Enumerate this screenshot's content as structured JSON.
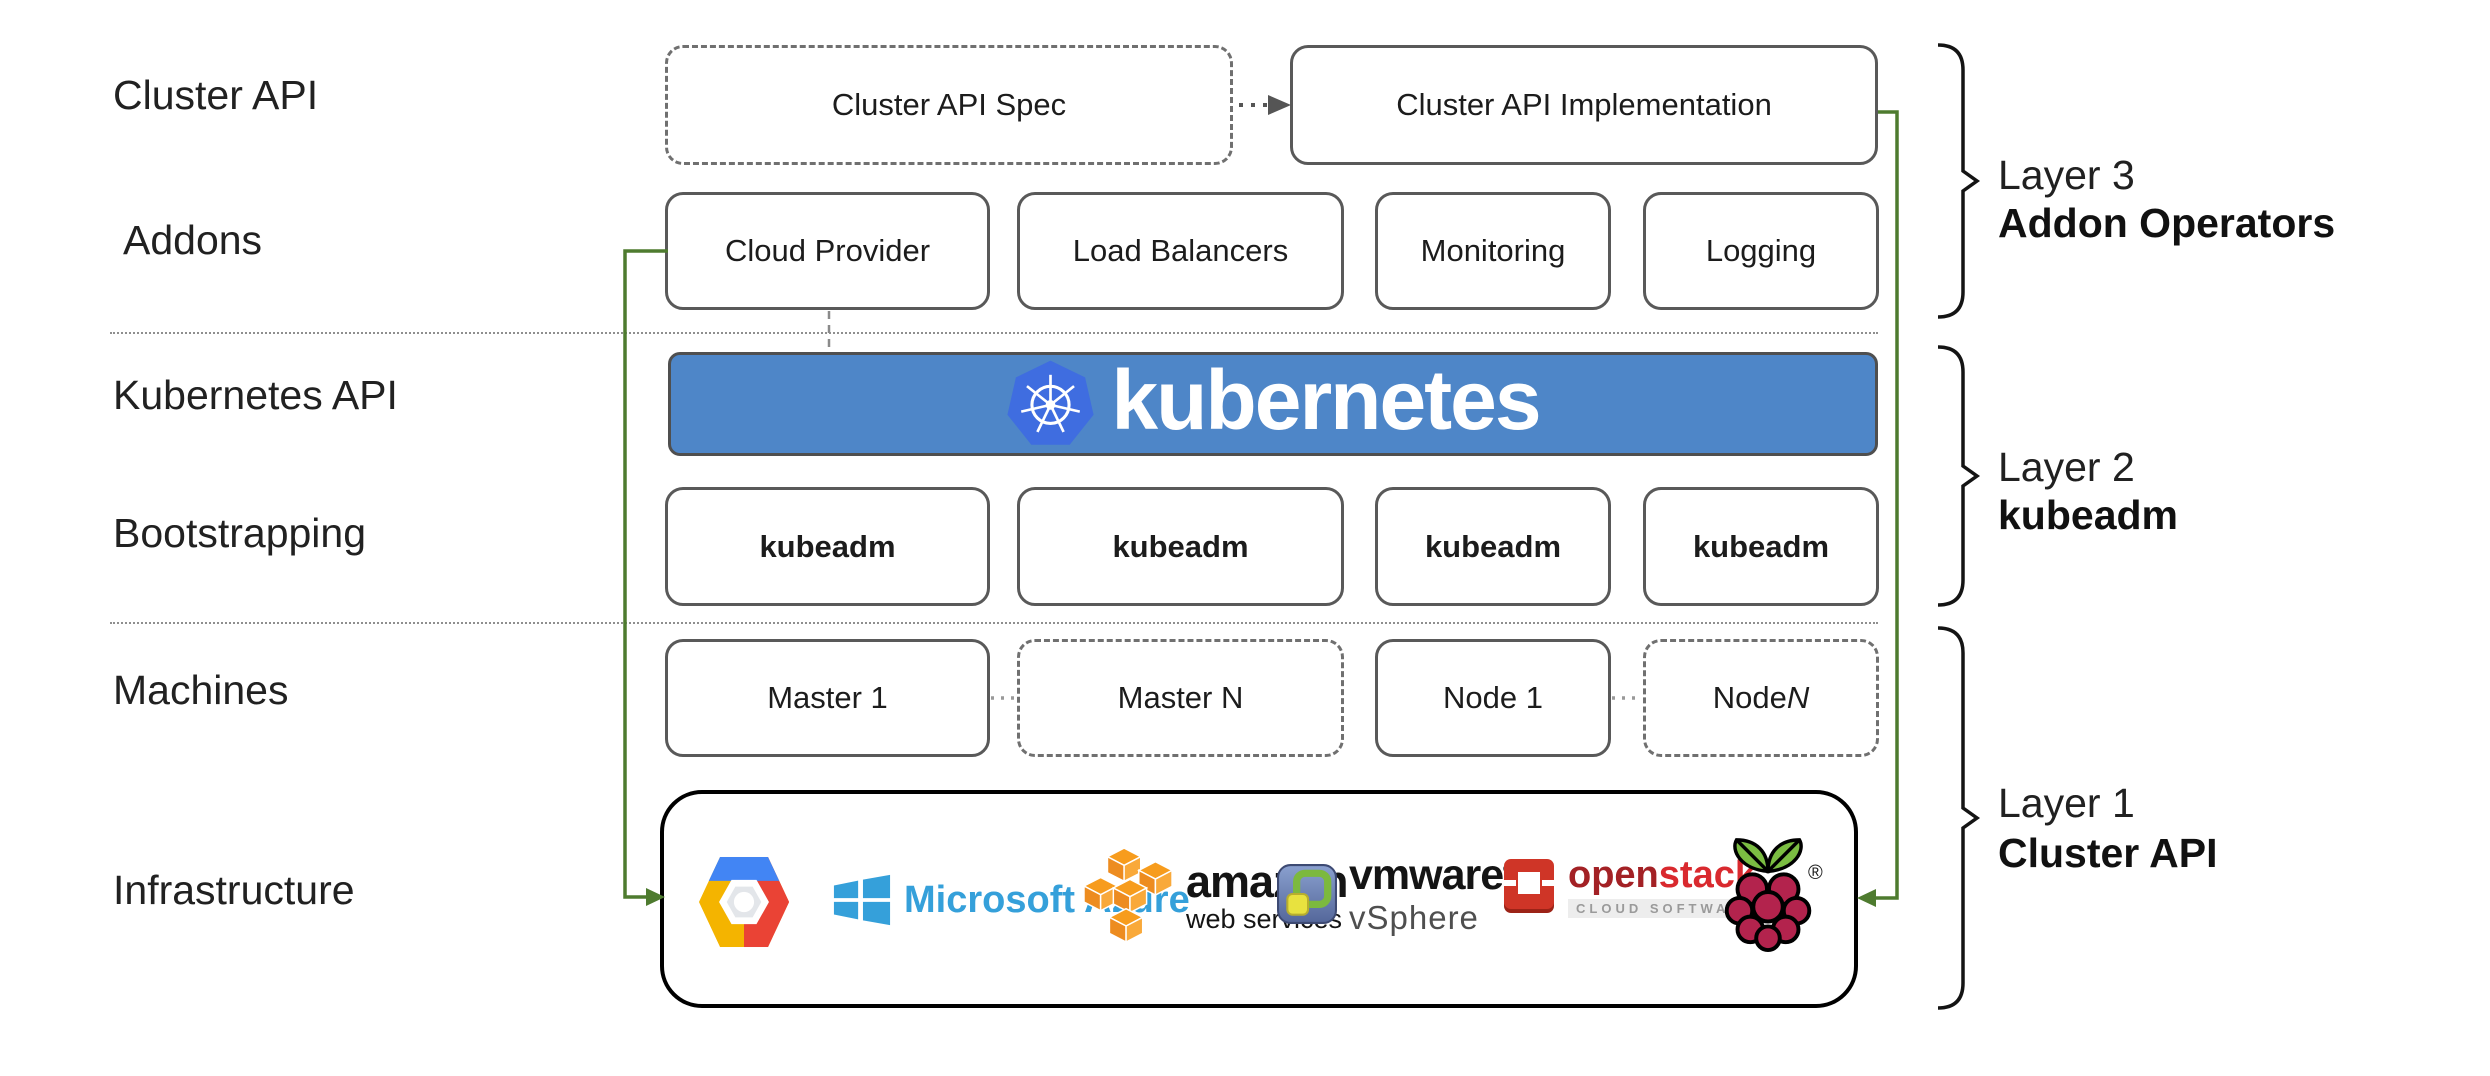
{
  "left_labels": {
    "cluster_api": "Cluster API",
    "addons": "Addons",
    "kubernetes_api": "Kubernetes API",
    "bootstrapping": "Bootstrapping",
    "machines": "Machines",
    "infrastructure": "Infrastructure"
  },
  "cluster_api_row": {
    "spec_label": "Cluster API Spec",
    "implementation_label": "Cluster API Implementation"
  },
  "addons_row": {
    "items": [
      "Cloud Provider",
      "Load Balancers",
      "Monitoring",
      "Logging"
    ]
  },
  "kubernetes_banner": {
    "wordmark": "kubernetes"
  },
  "bootstrapping_row": {
    "items": [
      "kubeadm",
      "kubeadm",
      "kubeadm",
      "kubeadm"
    ]
  },
  "machines_row": {
    "items": [
      {
        "label": "Master 1",
        "tail": "",
        "style": "solid"
      },
      {
        "label": "Master N",
        "tail": "",
        "style": "dashed"
      },
      {
        "label": "Node 1",
        "tail": "",
        "style": "solid"
      },
      {
        "label": "Node ",
        "tail": "N",
        "style": "dashed"
      }
    ]
  },
  "infrastructure_row": {
    "providers": [
      {
        "name": "google-cloud-platform"
      },
      {
        "name": "microsoft-azure",
        "label": "Microsoft Azure"
      },
      {
        "name": "amazon-web-services",
        "label": "amazon",
        "sublabel": "web services"
      },
      {
        "name": "vmware-vsphere",
        "label": "vmware",
        "reg_mark": "®",
        "sublabel": "vSphere"
      },
      {
        "name": "openstack",
        "label_open": "open",
        "label_stack": "stack",
        "tm_mark": "™",
        "sublabel": "CLOUD SOFTWARE"
      },
      {
        "name": "raspberry-pi",
        "reg_mark": "®"
      }
    ]
  },
  "layer_brackets": [
    {
      "title": "Layer 3",
      "subtitle": "Addon Operators"
    },
    {
      "title": "Layer 2",
      "subtitle": "kubeadm"
    },
    {
      "title": "Layer 1",
      "subtitle": "Cluster API"
    }
  ],
  "colors": {
    "connector_green": "#4e7b2f",
    "banner_blue": "#4e86c8",
    "kubernetes_logo_blue": "#3f6de0",
    "box_border_gray": "#595959",
    "azure_blue": "#35a0da",
    "aws_orange": "#f79c1d",
    "openstack_red": "#d9292e",
    "raspberry_crimson": "#b3234d",
    "raspberry_leaf_green": "#7bbd42",
    "gcp_blue": "#4285f4",
    "gcp_red": "#ea4335",
    "gcp_yellow": "#f4b400"
  }
}
